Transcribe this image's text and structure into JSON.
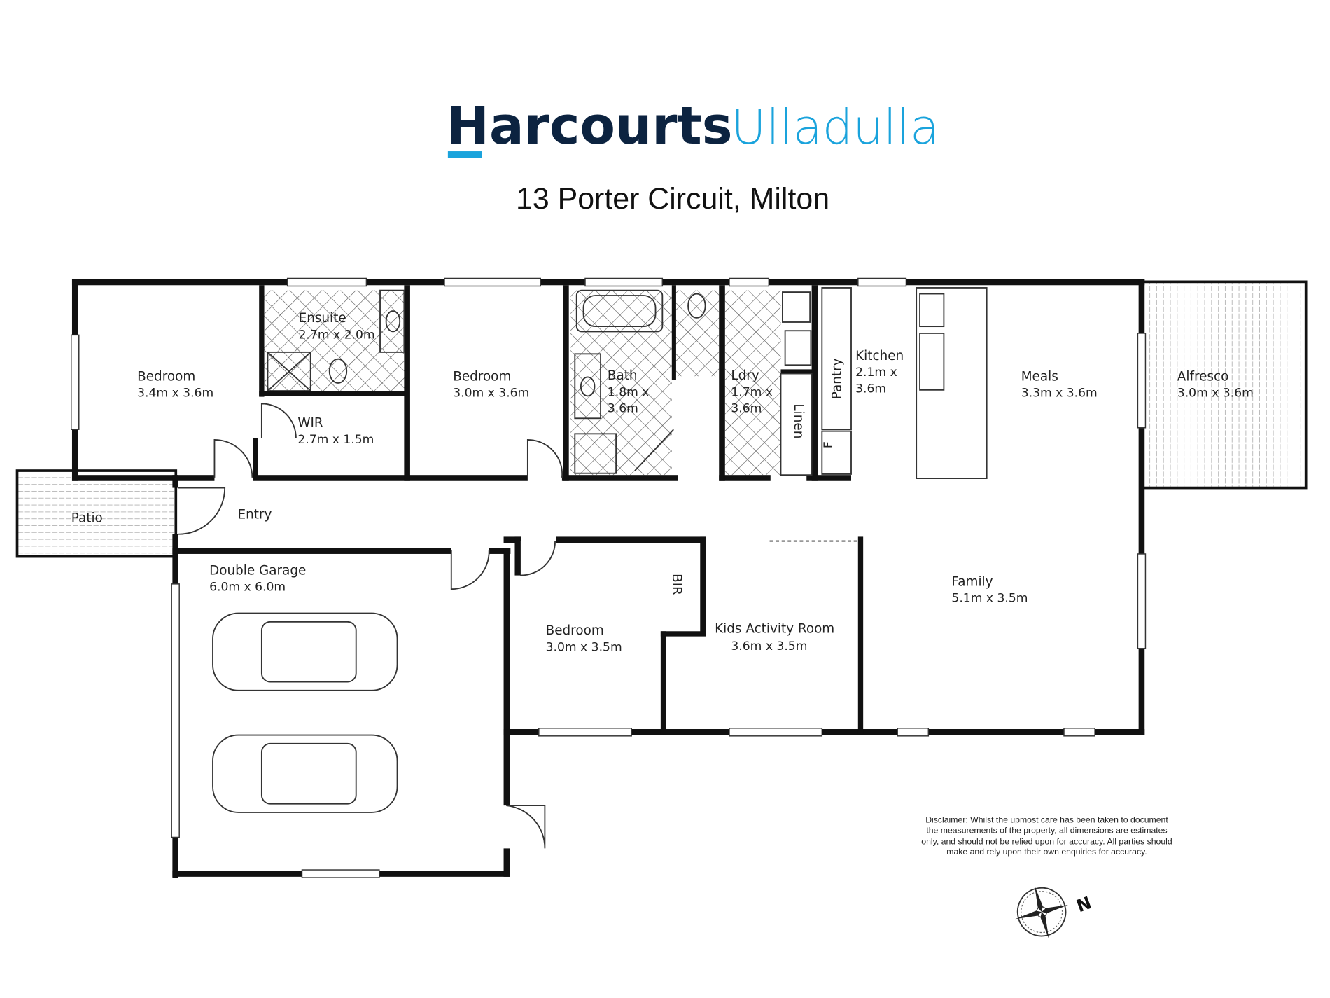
{
  "logo": {
    "brand": "Harcourts",
    "office": "Ulladulla",
    "brand_color": "#0c2340",
    "accent_color": "#1aa3dc"
  },
  "address": "13 Porter Circuit, Milton",
  "rooms": [
    {
      "name": "Bedroom",
      "dims": "3.4m x 3.6m"
    },
    {
      "name": "Ensuite",
      "dims": "2.7m x 2.0m"
    },
    {
      "name": "WIR",
      "dims": "2.7m x 1.5m"
    },
    {
      "name": "Bedroom",
      "dims": "3.0m x 3.6m"
    },
    {
      "name": "Bath",
      "dims_line1": "1.8m x",
      "dims_line2": "3.6m"
    },
    {
      "name": "Ldry",
      "dims_line1": "1.7m x",
      "dims_line2": "3.6m"
    },
    {
      "name": "Pantry"
    },
    {
      "name": "Linen"
    },
    {
      "name": "Kitchen",
      "dims_line1": "2.1m x",
      "dims_line2": "3.6m"
    },
    {
      "name": "Meals",
      "dims": "3.3m x 3.6m"
    },
    {
      "name": "Alfresco",
      "dims": "3.0m x 3.6m"
    },
    {
      "name": "Patio"
    },
    {
      "name": "Entry"
    },
    {
      "name": "Double Garage",
      "dims": "6.0m x 6.0m"
    },
    {
      "name": "Bedroom",
      "dims": "3.0m x 3.5m"
    },
    {
      "name": "BIR"
    },
    {
      "name": "Kids Activity Room",
      "dims": "3.6m x 3.5m"
    },
    {
      "name": "Family",
      "dims": "5.1m x 3.5m"
    },
    {
      "name": "F"
    }
  ],
  "disclaimer": [
    "Disclaimer: Whilst the upmost care has been taken to document",
    "the measurements of the property, all dimensions are estimates",
    "only, and should not be relied upon for accuracy.  All parties should",
    "make and rely upon their own enquiries for accuracy."
  ],
  "compass": {
    "icon": "compass-rose-icon",
    "label": "N"
  }
}
